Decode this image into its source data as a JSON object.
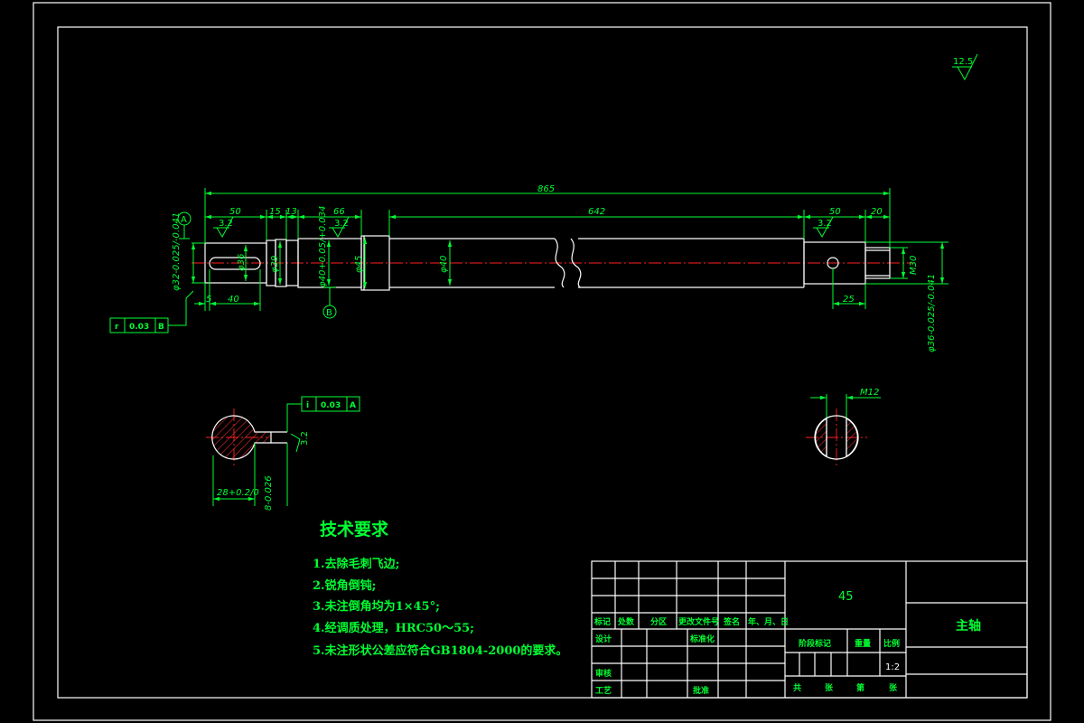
{
  "roughness": {
    "main": "12.5",
    "a": "3.2",
    "b": "3.2",
    "c": "3.2",
    "section": "3.2"
  },
  "datum": {
    "a": "A",
    "b": "B"
  },
  "dims": {
    "overall": "865",
    "d50a": "50",
    "d15": "15",
    "d13": "13",
    "d66": "66",
    "d642": "642",
    "d50b": "50",
    "d20": "20",
    "d5": "5",
    "d40": "40",
    "d25": "25",
    "dia32": "φ32-0.025/-0.041",
    "dia36": "φ36",
    "dia39": "φ39",
    "dia40tol": "φ40+0.05/+0.034",
    "dia45": "φ45",
    "dia40": "φ40",
    "m30": "M30",
    "dia36tol": "φ36-0.025/-0.041",
    "m12": "M12",
    "sec28": "28+0.2/0",
    "sec8": "8-0.026"
  },
  "tolerance": {
    "runout": {
      "symbol": "r",
      "value": "0.03",
      "datum": "B"
    },
    "sym": {
      "symbol": "i",
      "value": "0.03",
      "datum": "A"
    }
  },
  "requirements": {
    "title": "技术要求",
    "items": [
      "1.去除毛刺飞边;",
      "2.锐角倒钝;",
      "3.未注倒角均为1×45°;",
      "4.经调质处理，HRC50～55;",
      "5.未注形状公差应符合GB1804-2000的要求。"
    ]
  },
  "titleblock": {
    "material": "45",
    "part_name": "主轴",
    "cols": [
      "标记",
      "处数",
      "分区",
      "更改文件号",
      "签名",
      "年、月、日"
    ],
    "design": "设计",
    "standard": "标准化",
    "stage": "阶段标记",
    "weight": "重量",
    "scale_label": "比例",
    "scale": "1:2",
    "review": "审核",
    "process": "工艺",
    "approve": "批准",
    "total": "共",
    "sheets": "张",
    "page": "第",
    "sheets2": "张"
  },
  "colors": {
    "line": "#ffffff",
    "dim": "#00ff33",
    "center": "#ff2020",
    "bg": "#000000"
  }
}
